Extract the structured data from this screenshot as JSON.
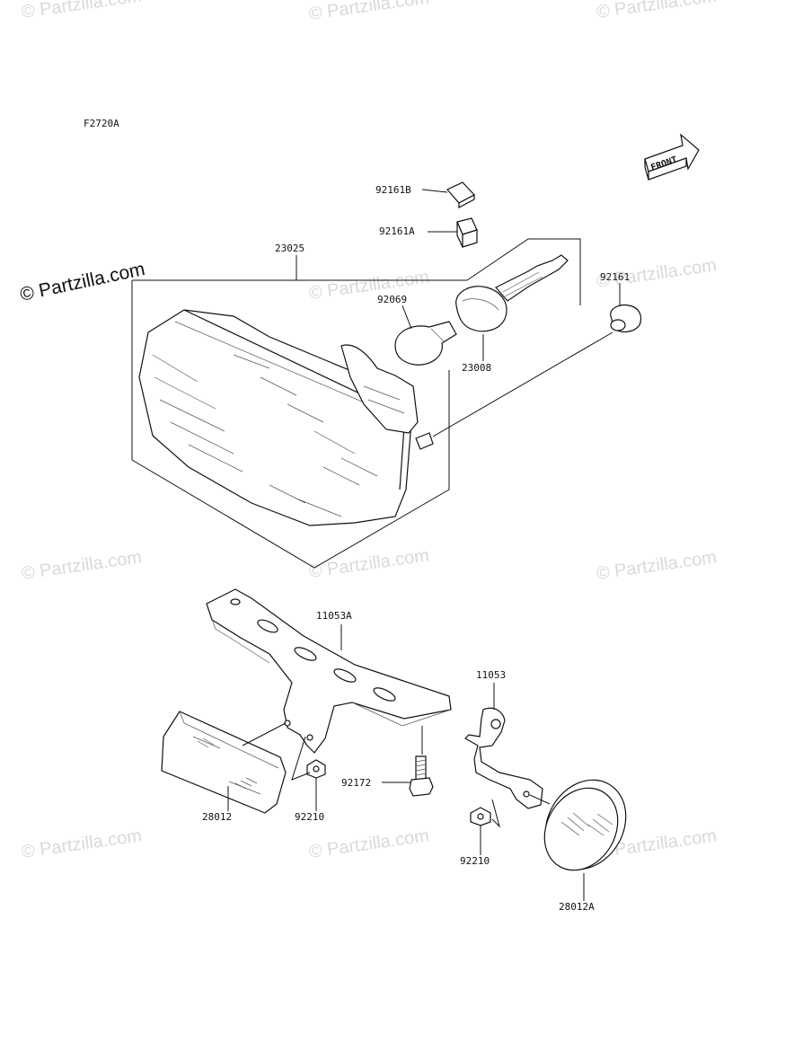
{
  "diagram": {
    "figure_code": "F2720A",
    "front_label": "FRONT",
    "copyright": "© Partzilla.com",
    "watermark": "© Partzilla.com",
    "parts": {
      "p92161b": "92161B",
      "p92161a": "92161A",
      "p23025": "23025",
      "p92069": "92069",
      "p23008": "23008",
      "p92161": "92161",
      "p11053a": "11053A",
      "p11053": "11053",
      "p92172": "92172",
      "p28012": "28012",
      "p92210_left": "92210",
      "p92210_right": "92210",
      "p28012a": "28012A"
    }
  }
}
